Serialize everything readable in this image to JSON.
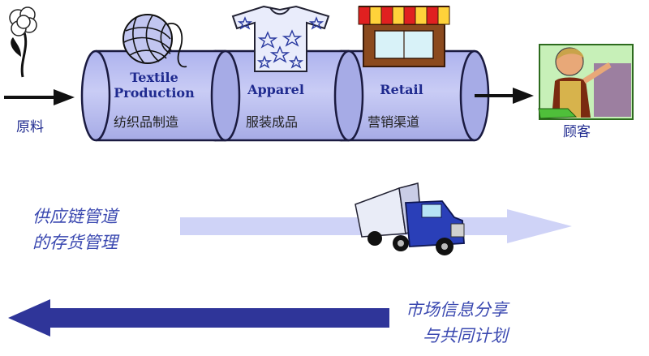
{
  "flow": {
    "input_label": "原料",
    "output_label": "顾客",
    "stages": [
      {
        "en": "Textile\nProduction",
        "zh": "纺织品制造",
        "icon": "yarn-ball-icon"
      },
      {
        "en": "Apparel",
        "zh": "服装成品",
        "icon": "sweater-icon"
      },
      {
        "en": "Retail",
        "zh": "营销渠道",
        "icon": "storefront-icon"
      }
    ]
  },
  "forward_flow": {
    "label": "供应链管道\n的存货管理",
    "icon": "truck-icon"
  },
  "backward_flow": {
    "label": "市场信息分享\n与共同计划"
  },
  "icons": {
    "raw_material": "cotton-plant-icon",
    "customer": "cashier-customer-icon"
  },
  "colors": {
    "pipe_fill": "#b9bdf0",
    "pipe_stroke": "#1a1a40",
    "text_blue": "#1f2a8f",
    "forward_arrow": "#cfd3f7",
    "backward_arrow": "#2f3599",
    "note_text": "#3a48b0"
  }
}
